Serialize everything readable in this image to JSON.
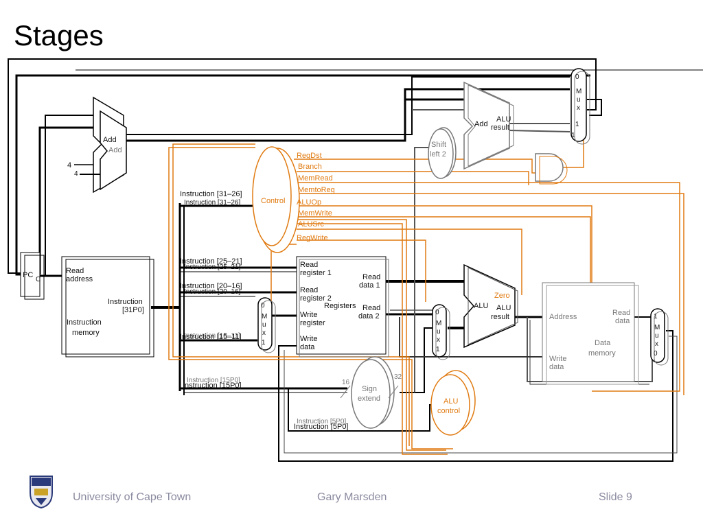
{
  "slide": {
    "title": "Stages",
    "footer_left": "University of Cape Town",
    "footer_center": "Gary Marsden",
    "footer_right": "Slide 9"
  },
  "diagram": {
    "pc": "PC",
    "pc_c": "C",
    "add_top": "Add",
    "add_top_echo": "Add",
    "four": "4",
    "four_echo": "4",
    "instr_mem_read": "Read",
    "instr_mem_address": "address",
    "instr_mem_instruction": "Instruction",
    "instr_mem_range": "[31P0]",
    "instr_mem_label1": "Instruction",
    "instr_mem_label2": "memory",
    "instr_31_26": "Instruction [31–26]",
    "instr_25_21": "Instruction [25–21]",
    "instr_20_16": "Instruction [20–16]",
    "instr_15_11": "Instruction [15–11]",
    "instr_15_0": "Instruction [15P0]",
    "instr_5_0": "Instruction [5P0]",
    "control": "Control",
    "signals": [
      "RegDst",
      "Branch",
      "MemRead",
      "MemtoReg",
      "ALUOp",
      "MemWrite",
      "ALUSrc",
      "RegWrite"
    ],
    "reg_read1_a": "Read",
    "reg_read1_b": "register 1",
    "reg_read2_a": "Read",
    "reg_read2_b": "register 2",
    "reg_write_a": "Write",
    "reg_write_b": "register",
    "reg_wdata_a": "Write",
    "reg_wdata_b": "data",
    "registers": "Registers",
    "reg_data1_a": "Read",
    "reg_data1_b": "data 1",
    "reg_data2_a": "Read",
    "reg_data2_b": "data 2",
    "mux_0": "0",
    "mux_1": "1",
    "mux_m": "M",
    "mux_u": "u",
    "mux_x": "x",
    "sign_a": "Sign",
    "sign_b": "extend",
    "sixteen": "16",
    "thirtytwo": "32",
    "shift_a": "Shift",
    "shift_b": "left 2",
    "alu": "ALU",
    "alu_result_a": "ALU",
    "alu_result_b": "result",
    "zero": "Zero",
    "add_branch": "Add",
    "alu_ctrl_a": "ALU",
    "alu_ctrl_b": "control",
    "dm_address": "Address",
    "dm_read_a": "Read",
    "dm_read_b": "data",
    "dm_write_a": "Write",
    "dm_write_b": "data",
    "dm_label_a": "Data",
    "dm_label_b": "memory"
  },
  "colors": {
    "control": "#e07a10",
    "wire": "#000000",
    "footer_text": "#8a8aa0"
  }
}
